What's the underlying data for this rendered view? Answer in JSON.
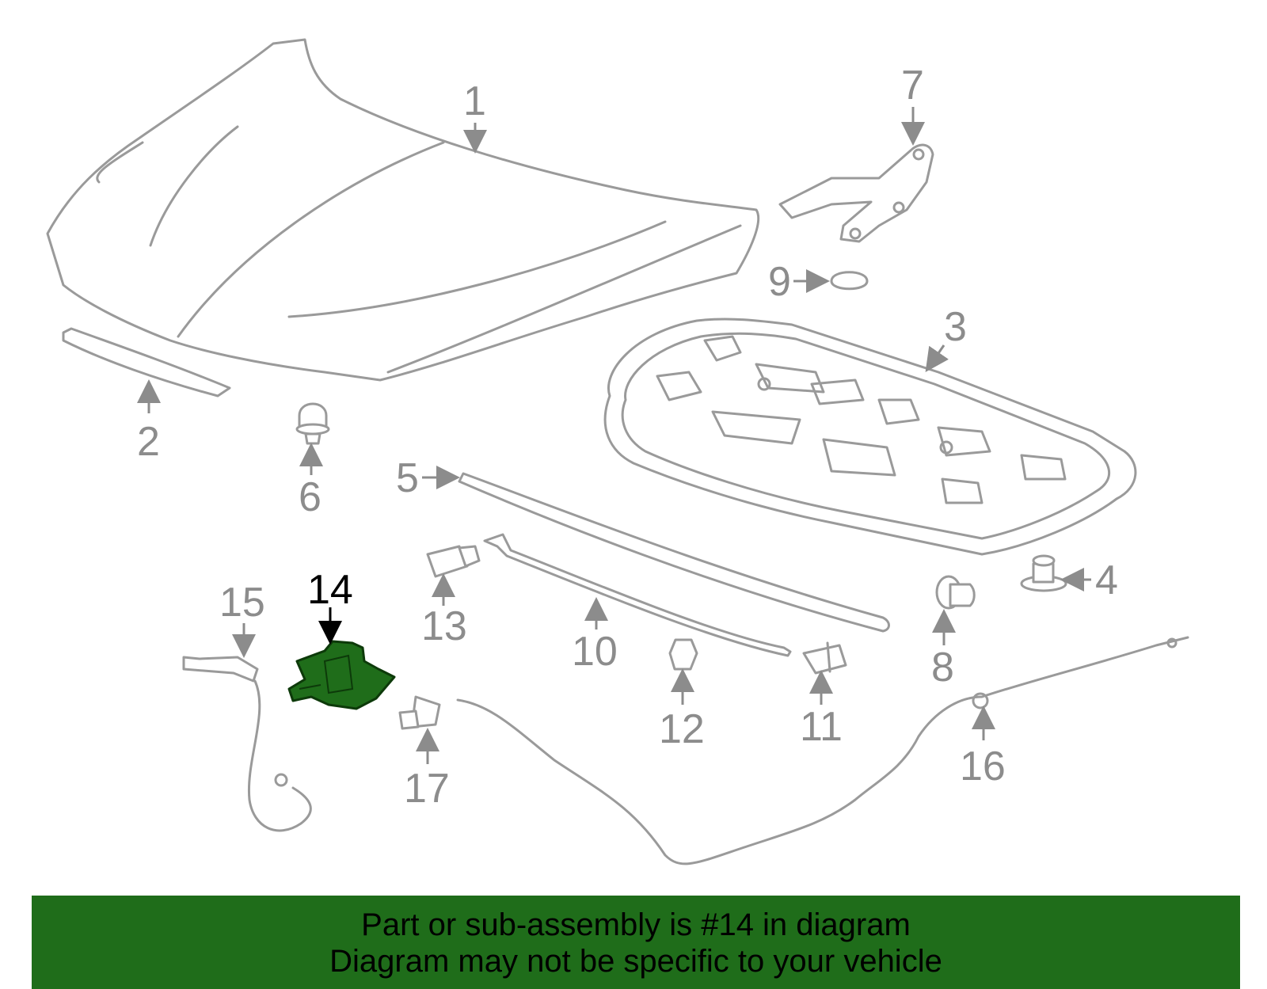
{
  "callouts": [
    "1",
    "2",
    "3",
    "4",
    "5",
    "6",
    "7",
    "8",
    "9",
    "10",
    "11",
    "12",
    "13",
    "14",
    "15",
    "16",
    "17"
  ],
  "highlighted_part": "14",
  "highlight_color": "#1f6d1a",
  "banner": {
    "line1": "Part or sub-assembly is #14 in diagram",
    "line2": "Diagram may not be specific to your vehicle",
    "background": "#1f6d1a"
  }
}
